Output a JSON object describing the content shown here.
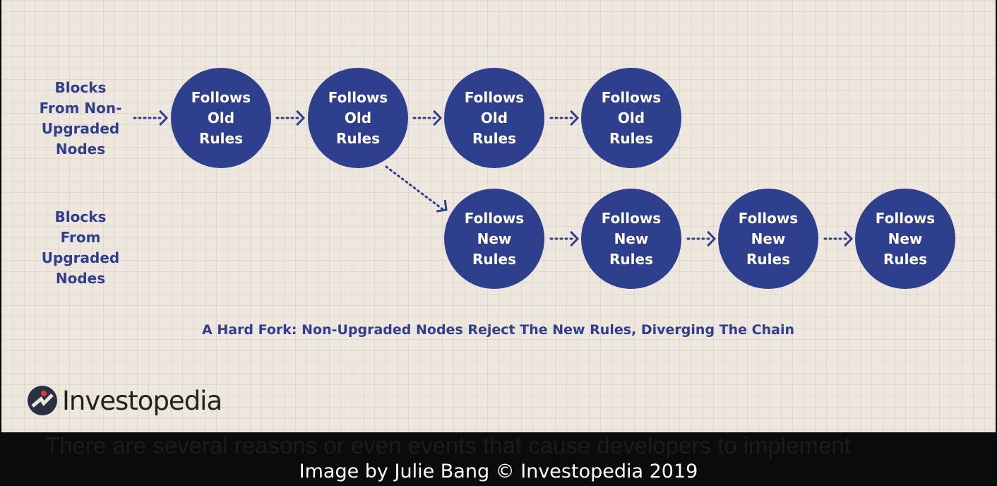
{
  "row_labels": [
    "Blocks From Non-Upgraded Nodes",
    "Blocks From Upgraded Nodes"
  ],
  "row_label_lines": [
    [
      "Blocks",
      "From Non-",
      "Upgraded",
      "Nodes"
    ],
    [
      "Blocks",
      "From",
      "Upgraded",
      "Nodes"
    ]
  ],
  "old_nodes": [
    [
      "Follows",
      "Old",
      "Rules"
    ],
    [
      "Follows",
      "Old",
      "Rules"
    ],
    [
      "Follows",
      "Old",
      "Rules"
    ],
    [
      "Follows",
      "Old",
      "Rules"
    ]
  ],
  "new_nodes": [
    [
      "Follows",
      "New",
      "Rules"
    ],
    [
      "Follows",
      "New",
      "Rules"
    ],
    [
      "Follows",
      "New",
      "Rules"
    ],
    [
      "Follows",
      "New",
      "Rules"
    ]
  ],
  "title": "A Hard Fork: Non-Upgraded Nodes Reject The New Rules, Diverging The Chain",
  "logo": "Investopedia",
  "ghost_text": "There are several reasons or even events that cause developers to implement",
  "caption": "Image by Julie Bang © Investopedia 2019",
  "colors": {
    "node": "#2e3f8e",
    "background": "#ede7de",
    "logo_dot": "#e03a2f"
  }
}
